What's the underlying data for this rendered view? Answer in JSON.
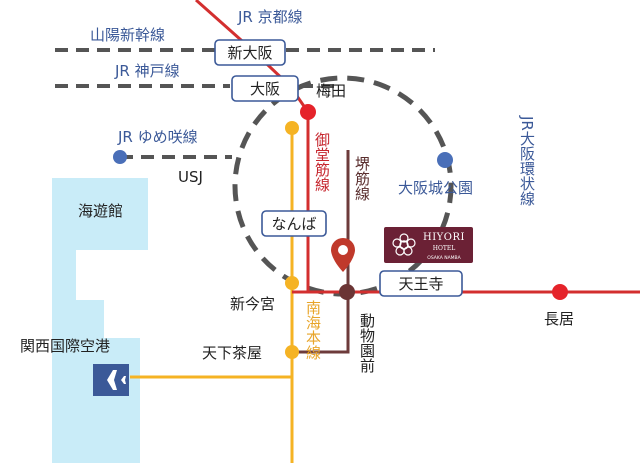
{
  "colors": {
    "sea": "#c9ecf8",
    "jr_line": "#555555",
    "kyoto_line": "#d32f2f",
    "midosuji": "#d32f2f",
    "sakaisuji": "#6d3b3b",
    "nankai": "#f5b324",
    "loop": "#5a5a5a",
    "station_blue": "#4a6fb8",
    "station_red": "#e5232a",
    "station_orange": "#f5b324",
    "station_brown": "#6b3535",
    "hotel": "#6b2135",
    "text_dark": "#222222",
    "text_blue": "#3b5998",
    "text_red": "#c6262e",
    "text_brown": "#5a2e2e",
    "text_orange": "#e8a52a",
    "airport_icon": "#3b5998"
  },
  "lines": {
    "jr_kyoto": "JR 京都線",
    "sanyo_shinkansen": "山陽新幹線",
    "jr_kobe": "JR 神戸線",
    "jr_yumesaki": "JR ゆめ咲線",
    "midosuji": "御堂筋線",
    "sakaisuji": "堺筋線",
    "jr_osaka_loop": "JR大阪環状線",
    "nankai": "南海本線"
  },
  "stations": {
    "shin_osaka": "新大阪",
    "osaka": "大阪",
    "umeda": "梅田",
    "usj": "USJ",
    "osakajo_koen": "大阪城公園",
    "namba": "なんば",
    "tennoji": "天王寺",
    "shin_imamiya": "新今宮",
    "dobutsuen_mae": "動物園前",
    "nagai": "長居",
    "tengachaya": "天下茶屋"
  },
  "places": {
    "kaiyukan": "海遊館",
    "kansai_airport": "関西国際空港"
  },
  "hotel": {
    "name": "HIYORI",
    "sub1": "HOTEL",
    "sub2": "OSAKA NAMBA"
  },
  "icons": {
    "airport": "airplane-icon",
    "hotel_marker": "location-pin-icon",
    "hotel_logo": "flower-logo-icon"
  }
}
